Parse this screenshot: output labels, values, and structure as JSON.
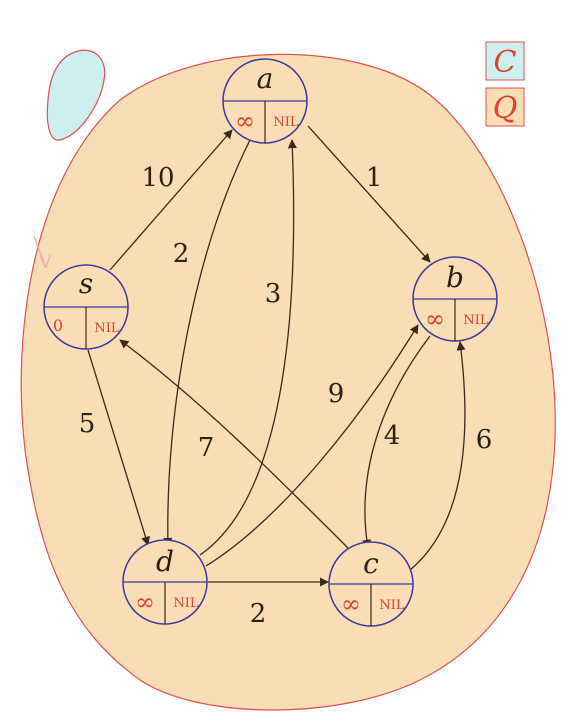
{
  "legend": [
    {
      "letter": "C",
      "fill": "#cdeff0",
      "stroke": "#e05050"
    },
    {
      "letter": "Q",
      "fill": "#f8ddb5",
      "stroke": "#e05050"
    }
  ],
  "colors": {
    "region_q": "#f8ddb5",
    "region_q_stroke": "#e05050",
    "region_c": "#cdeff0",
    "region_c_stroke": "#e05050",
    "node_fill": "#f8ddb5",
    "node_stroke": "#3a3aa0",
    "value_text": "#e04030",
    "edge": "#3a2a1a",
    "start_arrow": "#f0b0a8"
  },
  "nodes": [
    {
      "id": "a",
      "name": "a",
      "dist": "∞",
      "pred": "NIL"
    },
    {
      "id": "s",
      "name": "s",
      "dist": "0",
      "pred": "NIL"
    },
    {
      "id": "b",
      "name": "b",
      "dist": "∞",
      "pred": "NIL"
    },
    {
      "id": "d",
      "name": "d",
      "dist": "∞",
      "pred": "NIL"
    },
    {
      "id": "c",
      "name": "c",
      "dist": "∞",
      "pred": "NIL"
    }
  ],
  "edges": [
    {
      "from": "s",
      "to": "a",
      "weight": "10"
    },
    {
      "from": "a",
      "to": "b",
      "weight": "1"
    },
    {
      "from": "a",
      "to": "d",
      "weight": "2"
    },
    {
      "from": "d",
      "to": "a",
      "weight": "3"
    },
    {
      "from": "s",
      "to": "d",
      "weight": "5"
    },
    {
      "from": "c",
      "to": "s",
      "weight": "7"
    },
    {
      "from": "d",
      "to": "b",
      "weight": "9"
    },
    {
      "from": "b",
      "to": "c",
      "weight": "4"
    },
    {
      "from": "c",
      "to": "b",
      "weight": "6"
    },
    {
      "from": "d",
      "to": "c",
      "weight": "2"
    }
  ]
}
